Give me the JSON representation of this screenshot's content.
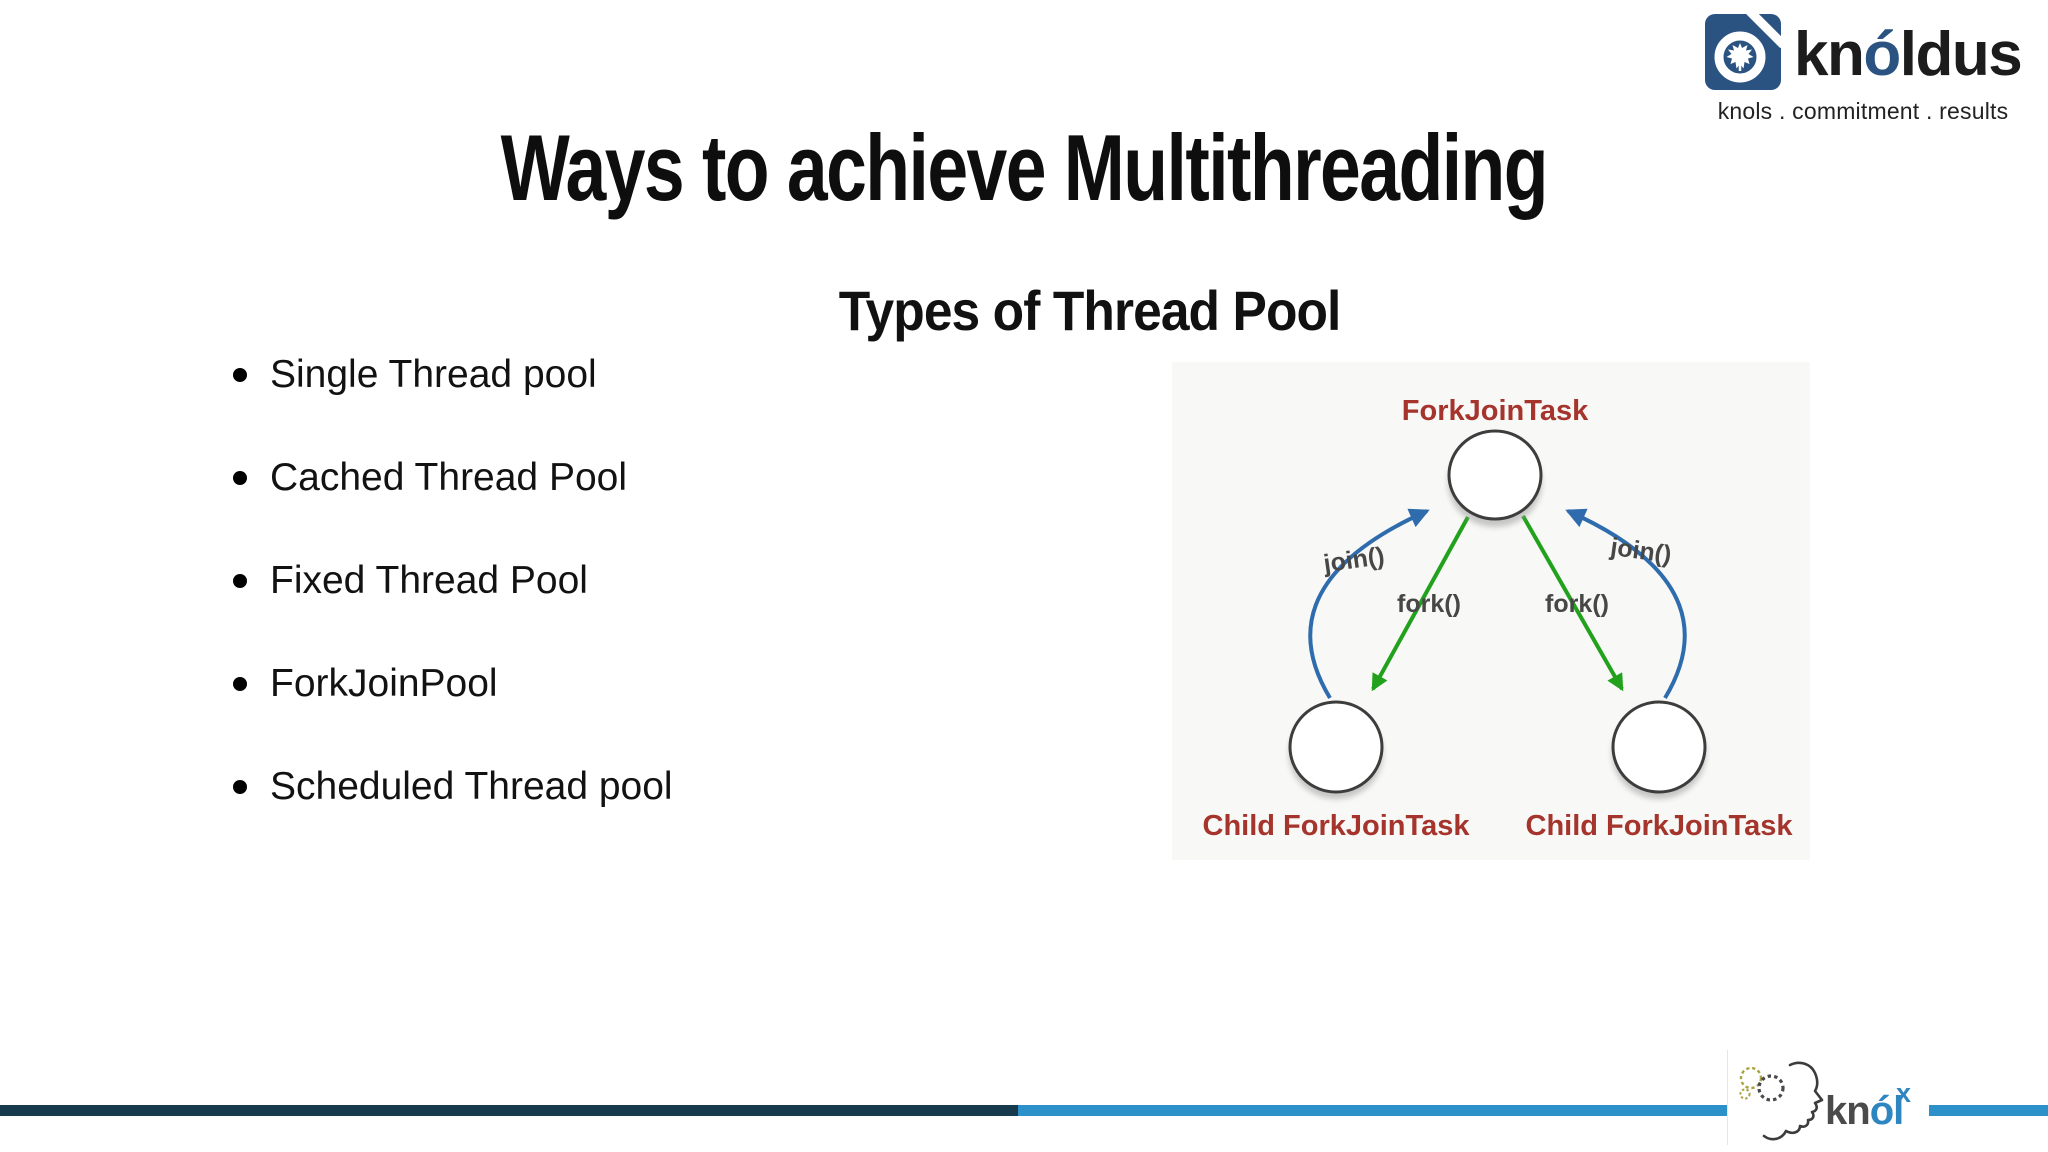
{
  "slide": {
    "title": "Ways to achieve Multithreading",
    "subtitle": "Types of Thread Pool",
    "bullets": [
      "Single Thread pool",
      "Cached Thread Pool",
      "Fixed Thread Pool",
      "ForkJoinPool",
      "Scheduled Thread pool"
    ]
  },
  "brand": {
    "wordmark_pre": "kn",
    "wordmark_accent": "ó",
    "wordmark_post": "ldus",
    "tagline": "knols . commitment . results",
    "icon_name": "knoldus-maple-leaf-logo",
    "navy": "#2b5382",
    "text_color": "#1c1c1c"
  },
  "diagram": {
    "parent_label": "ForkJoinTask",
    "child_left_label": "Child ForkJoinTask",
    "child_right_label": "Child ForkJoinTask",
    "join_left_label": "join()",
    "join_right_label": "join()",
    "fork_left_label": "fork()",
    "fork_right_label": "fork()",
    "task_label_color": "#a4342c",
    "fork_arrow_color": "#22a11c",
    "join_arrow_color": "#2e6cad",
    "method_label_color": "#474747"
  },
  "footer": {
    "bar_dark_color": "#17394c",
    "bar_light_color": "#2d91c9",
    "knolx_pre": "kn",
    "knolx_accent": "ól",
    "knolx_sup": "x",
    "knolx_gray": "#4b4b4b",
    "knolx_blue": "#2e86c1",
    "icon_name": "knolx-head-gears-logo"
  }
}
